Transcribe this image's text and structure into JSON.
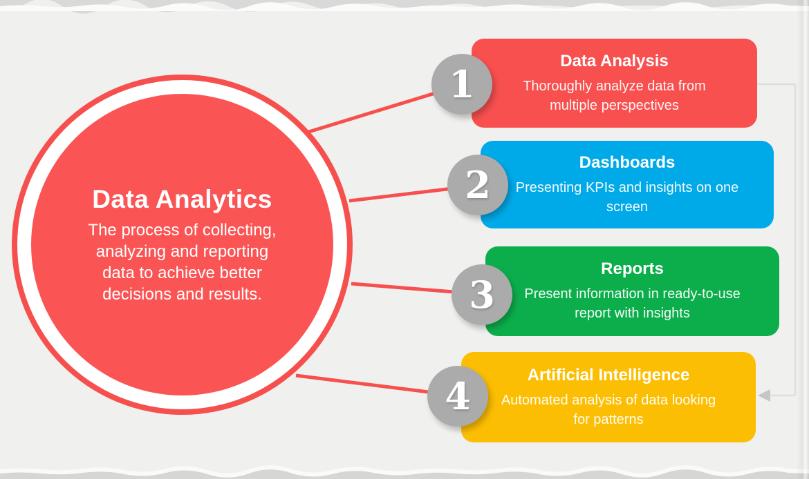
{
  "page": {
    "background": "#f0f0ee",
    "type_label": "infographic"
  },
  "center": {
    "title": "Data Analytics",
    "description": "The process of collecting, analyzing and reporting data to achieve better decisions and results.",
    "fill": "#fb5454",
    "ring_color": "#f6504e",
    "text_color": "#ffffff"
  },
  "items": [
    {
      "number": "1",
      "title": "Data Analysis",
      "description": "Thoroughly analyze data from multiple perspectives",
      "color": "#f84f4f"
    },
    {
      "number": "2",
      "title": "Dashboards",
      "description": "Presenting KPIs and insights on one screen",
      "color": "#00a9e8"
    },
    {
      "number": "3",
      "title": "Reports",
      "description": "Present information in ready-to-use report with insights",
      "color": "#0cae4c"
    },
    {
      "number": "4",
      "title": "Artificial Intelligence",
      "description": "Automated analysis of data looking for patterns",
      "color": "#fcbe03"
    }
  ],
  "decor": {
    "number_circle_color": "#ababab",
    "connector_red": "#f6504e",
    "feedback_line_gray": "#dedede",
    "feedback_arrow_gray": "#c6c6c6",
    "torn_edge_gray": "#d9d9d9"
  }
}
